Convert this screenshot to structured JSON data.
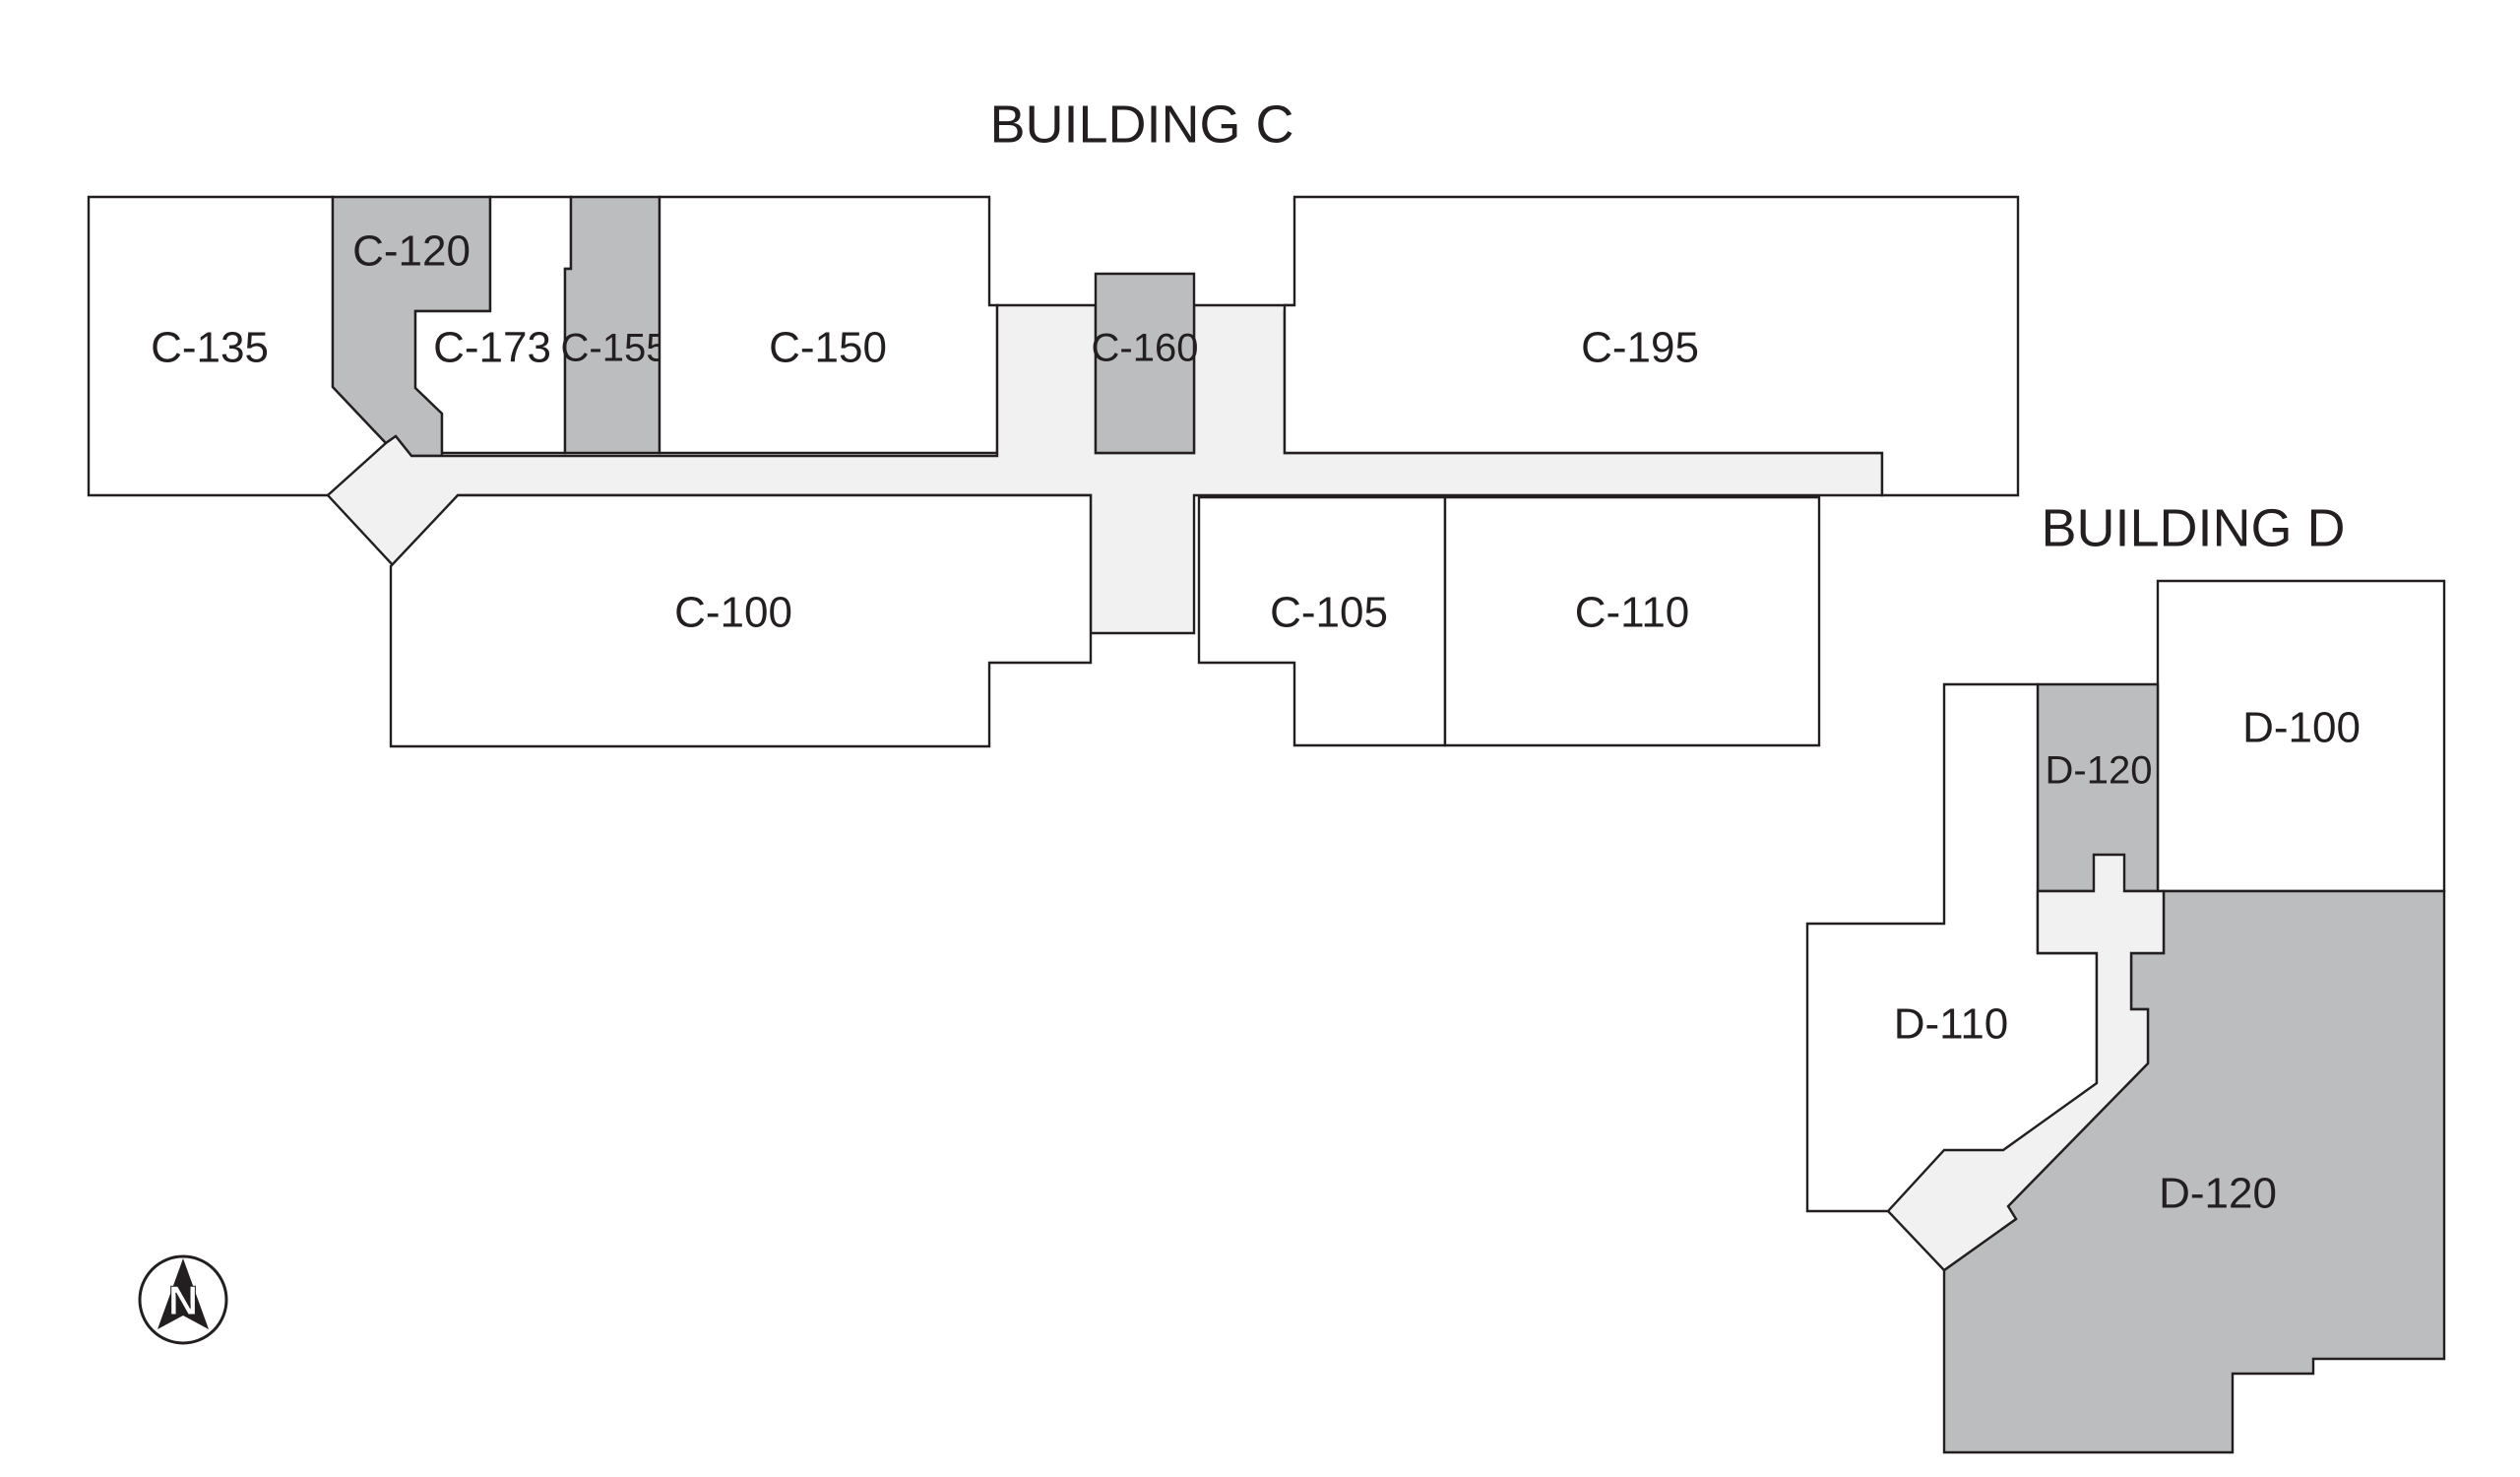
{
  "buildings": {
    "c": {
      "title": "BUILDING C"
    },
    "d": {
      "title": "BUILDING D"
    }
  },
  "rooms": {
    "c135": "C-135",
    "c120": "C-120",
    "c173": "C-173",
    "c155": "C-155",
    "c150": "C-150",
    "c160": "C-160",
    "c195": "C-195",
    "c100": "C-100",
    "c105": "C-105",
    "c110": "C-110",
    "d100": "D-100",
    "d120_small": "D-120",
    "d110": "D-110",
    "d120_large": "D-120"
  },
  "legend": {
    "occupied_color": "#bcbdbf",
    "vacant_color": "#ffffff",
    "corridor_color": "#f1f1f1"
  },
  "compass": {
    "icon": "north-arrow-icon",
    "letter": "N"
  }
}
